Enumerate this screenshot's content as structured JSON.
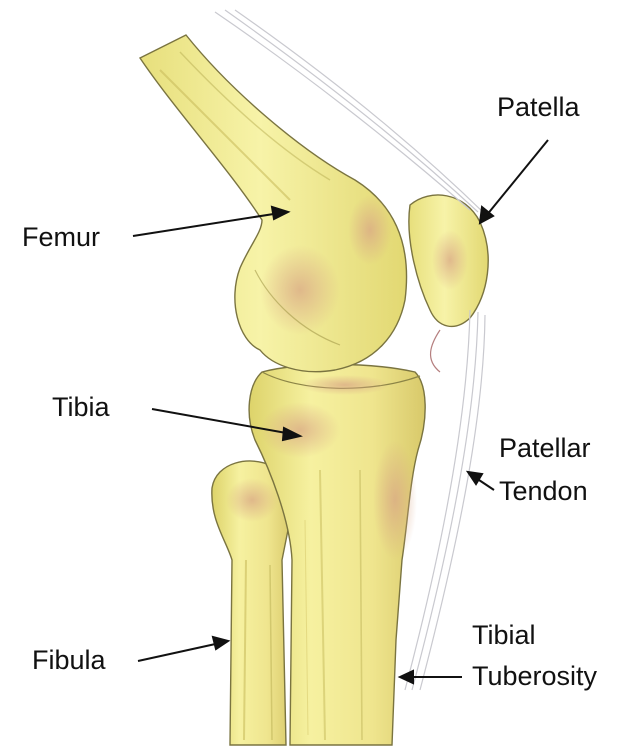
{
  "colors": {
    "bone": "#f3ef9c",
    "bone_shadow": "#bdb45a",
    "bone_blush": "#d9a785",
    "outline": "#6e6a3a",
    "tendon": "#c9c9cf",
    "arrow": "#111111"
  },
  "labels": {
    "femur": "Femur",
    "patella": "Patella",
    "tibia": "Tibia",
    "patellar_tendon_line1": "Patellar",
    "patellar_tendon_line2": "Tendon",
    "fibula": "Fibula",
    "tibial_tuberosity_line1": "Tibial",
    "tibial_tuberosity_line2": "Tuberosity"
  }
}
